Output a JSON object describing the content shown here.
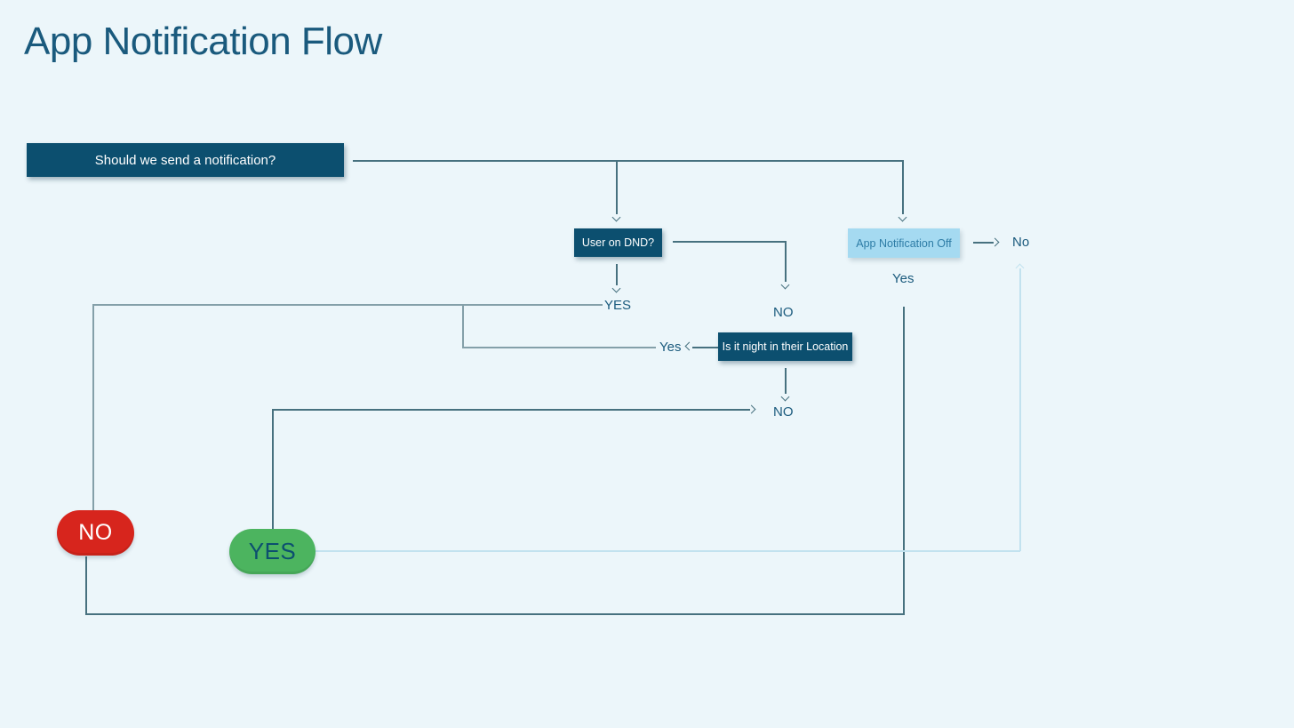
{
  "title": "App Notification Flow",
  "nodes": {
    "start": {
      "label": "Should we send a notification?"
    },
    "dnd": {
      "label": "User on DND?"
    },
    "app_off": {
      "label": "App Notification Off"
    },
    "night": {
      "label": "Is it night in their Location"
    },
    "no_pill": {
      "label": "NO"
    },
    "yes_pill": {
      "label": "YES"
    }
  },
  "edge_labels": {
    "app_off_no": "No",
    "app_off_yes": "Yes",
    "dnd_yes": "YES",
    "dnd_no": "NO",
    "night_yes": "Yes",
    "night_no": "NO"
  },
  "colors": {
    "background": "#ecf6fa",
    "ink": "#1a5a7d",
    "node_dark": "#0c4f6f",
    "node_light_bg": "#a5daf1",
    "node_light_text": "#2d7ca6",
    "no_pill": "#d7251d",
    "yes_pill": "#4cb45f",
    "line_dark": "#47717f",
    "line_gray": "#84a0a9",
    "line_light": "#c2e2ef"
  }
}
